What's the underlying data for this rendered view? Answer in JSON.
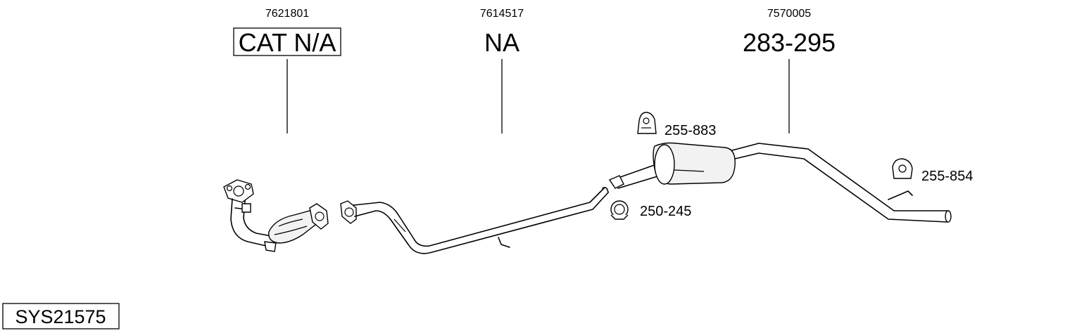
{
  "parts": {
    "catalytic": {
      "number": "7621801",
      "code": "CAT N/A"
    },
    "middle": {
      "number": "7614517",
      "code": "NA"
    },
    "rear": {
      "number": "7570005",
      "code": "283-295"
    }
  },
  "accessories": {
    "hanger_front": "255-883",
    "hanger_rear": "255-854",
    "clamp": "250-245"
  },
  "system_code": "SYS21575"
}
